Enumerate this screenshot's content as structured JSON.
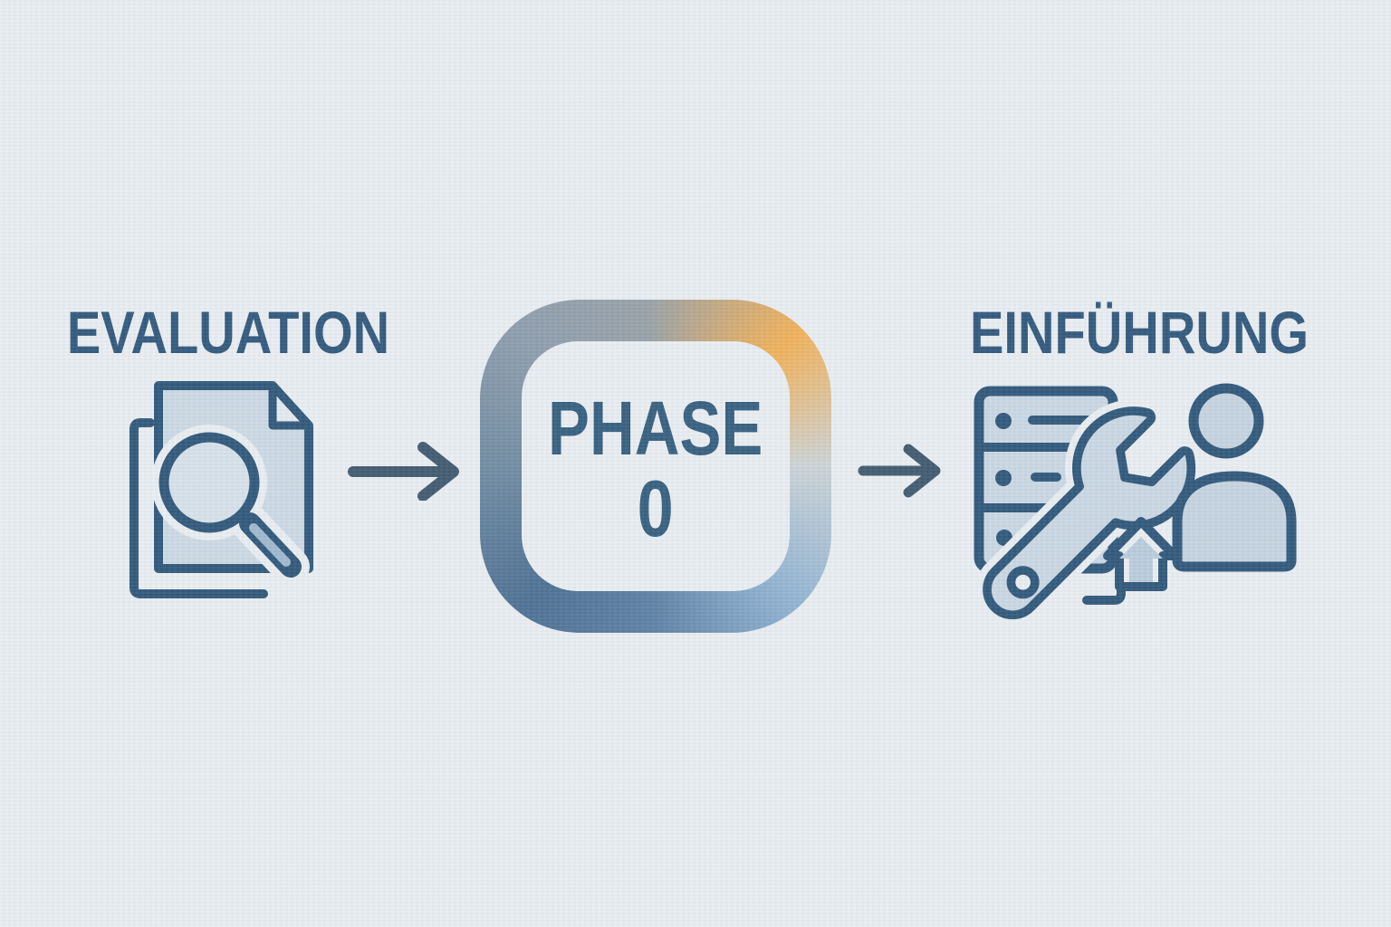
{
  "diagram": {
    "background_color": "#e9edf1",
    "heading_color": "#2e567a",
    "arrow_color": "#3e586d",
    "left": {
      "label": "EVALUATION",
      "icon": "document-search-icon"
    },
    "center": {
      "line1": "PHASE",
      "line2": "0",
      "text_color": "#335d7d",
      "ring_gradient": [
        "#8d9cac",
        "#f1b057",
        "#ccd3d6",
        "#8fb2d1",
        "#5c80a4",
        "#4b6e92",
        "#6f8aa0"
      ]
    },
    "right": {
      "label": "EINFÜHRUNG",
      "icons": [
        "server-icon",
        "wrench-icon",
        "upload-arrow-icon",
        "person-icon"
      ]
    },
    "icon_colors": {
      "stroke": "#2d5578",
      "fill_light": "#ccd9e4",
      "fill_mid": "#c5d3e0",
      "handle_highlight": "#9db8ce"
    }
  }
}
